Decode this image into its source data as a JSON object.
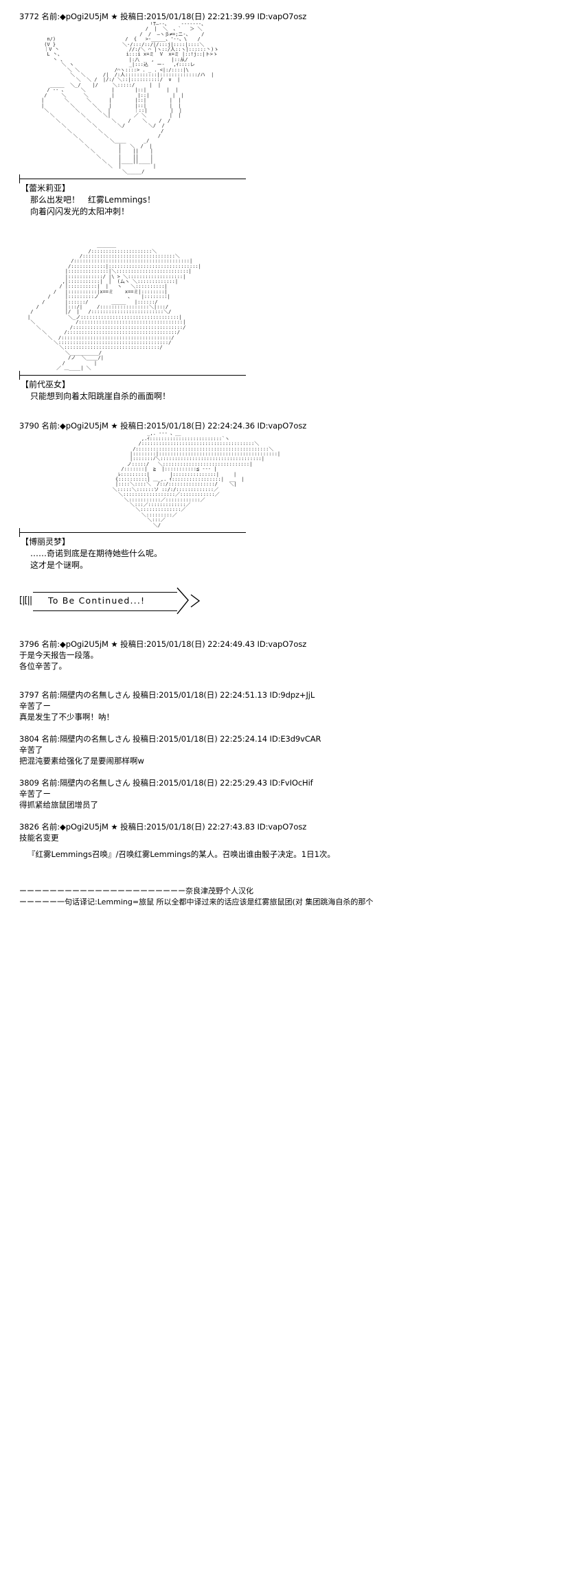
{
  "board": {
    "labels": {
      "name_prefix": "名前:",
      "date_prefix": "投稿日:",
      "id_prefix": "ID:"
    }
  },
  "posts": [
    {
      "number": "3772",
      "name_prefix": "名前:",
      "author": "◆pOgi2U5jM",
      "star": "★",
      "date_prefix": " 投稿日:",
      "date": "2015/01/18(日) 22:21:39.99",
      "id": " ID:vapO7osz",
      "header_full": "3772 名前:◆pOgi2U5jM ★ 投稿日:2015/01/18(日) 22:21:39.99 ID:vapO7osz"
    },
    {
      "number": "3790",
      "header_full": "3790 名前:◆pOgi2U5jM ★ 投稿日:2015/01/18(日) 22:24:24.36 ID:vapO7osz"
    },
    {
      "number": "3796",
      "header_full": "3796 名前:◆pOgi2U5jM ★ 投稿日:2015/01/18(日) 22:24:49.43 ID:vapO7osz",
      "body": [
        "于是今天报告一段落。",
        "各位辛苦了。"
      ]
    },
    {
      "number": "3797",
      "header_full": "3797 名前:隔壁内の名無しさん 投稿日:2015/01/18(日) 22:24:51.13 ID:9dpz+JjL",
      "body": [
        "辛苦了ー",
        "真是发生了不少事啊！呐！"
      ]
    },
    {
      "number": "3804",
      "header_full": "3804 名前:隔壁内の名無しさん 投稿日:2015/01/18(日) 22:25:24.14 ID:E3d9vCAR",
      "body": [
        "辛苦了",
        "把混沌要素给强化了是要闹那样啊w"
      ]
    },
    {
      "number": "3809",
      "header_full": "3809 名前:隔壁内の名無しさん 投稿日:2015/01/18(日) 22:25:29.43 ID:FvIOcHif",
      "body": [
        "辛苦了ー",
        "得抓紧给旅鼠团增员了"
      ]
    },
    {
      "number": "3826",
      "header_full": "3826 名前:◆pOgi2U5jM ★ 投稿日:2015/01/18(日) 22:27:43.83 ID:vapO7osz",
      "body": [
        "技能名变更"
      ],
      "body2": [
        "『红雾Lemmings召唤』/召唤红雾Lemmings的某人。召唤出谁由骰子决定。1日1次。"
      ]
    }
  ],
  "dialogues": [
    {
      "speaker": "【蕾米莉亚】",
      "lines": [
        "那么出发吧！　红雾Lemmings！",
        "向着闪闪发光的太阳冲刺！"
      ]
    },
    {
      "speaker": "【前代巫女】",
      "lines": [
        "只能想到向着太阳跳崖自杀的画面啊！"
      ]
    },
    {
      "speaker": "【博丽灵梦】",
      "lines": [
        "……奇诺到底是在期待她些什么呢。",
        "这才是个谜啊。"
      ]
    }
  ],
  "to_be_continued": {
    "bars": "[|[||",
    "text": "To Be Continued...!"
  },
  "footer": {
    "line1": "ーーーーーーーーーーーーーーーーーーーーーー奈良津茂野个人汉化",
    "line2": "ーーーーー一句话译记:Lemming=旅鼠 所以全都中译过来的话应该是红雾旅鼠团(对 集团跳海自杀的那个"
  },
  "aa_art": {
    "panel1": "                                     「T―--、    -------、\n                                    /  |  ＼  、`   ＞ ＼\n                                  /  /  ―ヽ彡≠=;ニ-、 　 /\n  n/)                        /  {   >-_____、'--、\\ 　 /\n (V }                       ＼-/:::/::/|/:::j|::::|::::＼\n ｜V 丶                        //:/＼ ⌒ |ヽ::/人::ヽ|::::::丶)ゝ\n  L 丶、                      i:::i x=ミ  V  x=ミ |::!j::|ト>ゝ\n    丶 、                      |:八    ,      |::从/\n       ＼ ヽ                   _|:::込   ー‐   ,ｲ::::レ\n         ＼ ＼            /⌒ヽ::::> . _ . <|:/::::|\\\n          ＼  ＼      /|  /:人:::::::::::|:::::::::::::/ハ  |\n            ＼  ＼ /  |/:/ ＼::|::::::::::/  ∨  |\n   _____  ＼_/    |/     ＼:::::/     |  |\n  / -- 、     ＼         |       |::|       |  |\n /     ＼      ＼        |        |::|        |  |\n|       ＼      ＼      |        |::|        |  |\n|         ＼      ＼    |        |::|        |  |\n ＼         ＼      ＼  |        ｜::|        |  |\n   ＼         ＼      ＼|        ／ ＼        |  |\n     ＼         ＼       ＼    /    ＼    /  /\n       ＼         ＼       ＼/        ＼/  /\n         ＼         ＼                    /\n           ＼         ＼                 /\n             ＼         ＼____      _/\n               ＼          |   ＼  /  |\n                 ＼        |    ||    |\n                   ＼      |    ||    |\n                     ＼    |____||____|\n                       ＼  |           |\n                            ＼_____/",
    "panel2": "                        ＿＿＿＿\n                     /:::::::::::::::::::::＼\n                  /::::::::::::::::::::::::::::::::＼\n               /::::::::::::::::::::::::::::::::::::::::|\n              /::::::::::::|:::::::::::::::::::::::::::::::|\n             |::::::::::::::|＼:::::::::::::::::::::::::|\n             |::::::::::::/ |\\ > ＼:::::::::::::::::::|\n            ,|:::::::::::|  |  (ムヽ ＼:::::::::::::|\n           / |::::::::::|  |   ヽ   ＼::::::::::|\n         /   |::::::::::|x==ミ    x==ミ|::::::::|\n       /     |:::::::::ノ          、   |::::::::|\n     /       |::::::/        _____   |::::::/\n   /         |:::/|     /:::::::::::::::::＼|:::/\n /           |/  |   /:::::::::::::::::::::::::＼/\n|             ＼_ノ::::::::::::::::::::::::::::::::::|\n ＼              /::::::::::::::::::::::::::::::::::::|\n   ＼          /::::::::::::::::::::::::::::::::::::::/\n     ＼      /::::::::::::::::::::::::::::::::::::::/\n       ＼  /::::::::::::::::::::::::::::::::::::::/\n         ＼::::::::::::::::::::::::::::::::::::::/\n           ＼:::::::::::::::::::::::::::::::::/\n             ＼__________/\n              /ノ  ＼____/|\n            /          |\n          ／ ＿____| ＼",
    "panel3": "                    _,. -‐- 、__\n                  ,.ｲ:::::::::::::::::::::::::`ヽ\n                 /:::::::::::::::::::::::::::::::::::::::＼\n               /::::::::::::::::::::::::::::::::::::::::::::::＼\n              |::::::::|:::::::::::::::::::::::::::::::::::::::::|\n              |:::::::ﾉ＼:::::::::::::::::::::::::::::::::::|\n             ノ:::::/   ＼::::::::::::::::::::::::::::::|\n           /:::::::|  ≧  |:::::::::::≦ --- |\n          ﾚ:::::::::|       |:::::::::::::::|     |\n         {::::::::::| ＿_,. ｲ:::::::::::::::::|  __  |\n         |::::＼::::＼  /::/::::::::::::::::/    ＼|\n        ＼:::::＼::::::ソ ::/:/:::::::::::::／\n          ＼::::::::::::::::::／::::::::::::／\n            ＼:::::::::::／::::::::::::／\n              ＼:::／:::::::::::::／\n                ＼::::::::::::::／\n                  ＼:::::::::／\n                    ＼:::／\n                      ＼/"
  }
}
